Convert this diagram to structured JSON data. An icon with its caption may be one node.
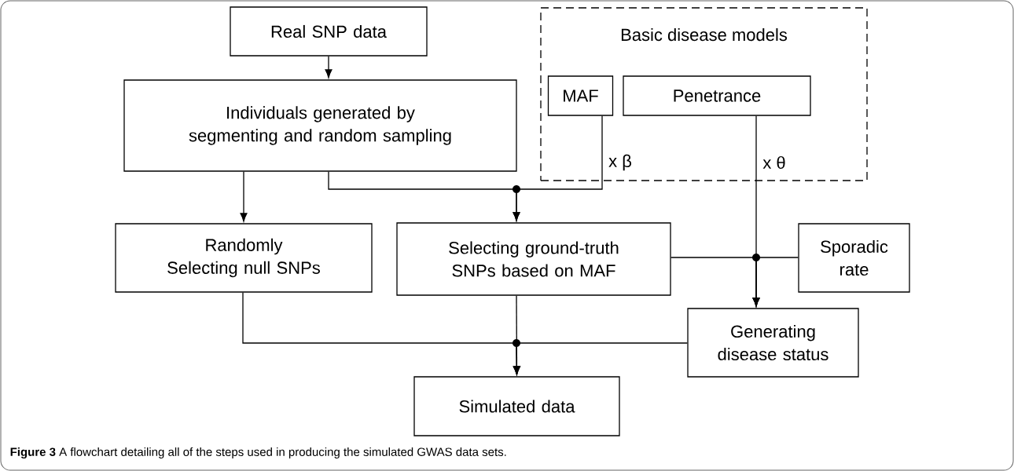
{
  "diagram": {
    "caption": "**Figure 3** A flowchart detailing all of the steps used in producing the simulated GWAS data sets.",
    "nodes": [
      {
        "text": [
          "Real SNP data"
        ]
      },
      {
        "text": [
          "Individuals generated by segmenting and random sampling"
        ]
      },
      {
        "text": [
          "Basic disease models"
        ]
      },
      {
        "text": [
          "MAF"
        ],
        "in": 2
      },
      {
        "text": [
          "Penetrance"
        ],
        "in": 2
      },
      {
        "text": [
          "Randomly Selecting null SNPs"
        ]
      },
      {
        "text": [
          "Selecting ground-truth SNPs based on MAF"
        ]
      },
      {
        "text": [
          "Sporadic rate"
        ]
      },
      {
        "text": [
          "Generating disease status"
        ]
      },
      {
        "text": [
          "Simulated data"
        ]
      }
    ],
    "edges": [
      {
        "from": 0,
        "to": 1,
        "arrow": "to"
      },
      {
        "from": 1,
        "to": 5,
        "arrow": "to"
      },
      {
        "from": 1,
        "to": 6,
        "arrow": "to"
      },
      {
        "from": 3,
        "to": 6,
        "arrow": "to",
        "label": "x β"
      },
      {
        "from": 4,
        "to": 8,
        "arrow": "to",
        "label": "x θ"
      },
      {
        "from": 6,
        "to": 8,
        "arrow": "to"
      },
      {
        "from": 7,
        "to": 8,
        "arrow": "to"
      },
      {
        "from": 5,
        "to": 9,
        "arrow": "to"
      },
      {
        "from": 6,
        "to": 9,
        "arrow": "to"
      },
      {
        "from": 8,
        "to": 9,
        "arrow": "to"
      }
    ]
  }
}
